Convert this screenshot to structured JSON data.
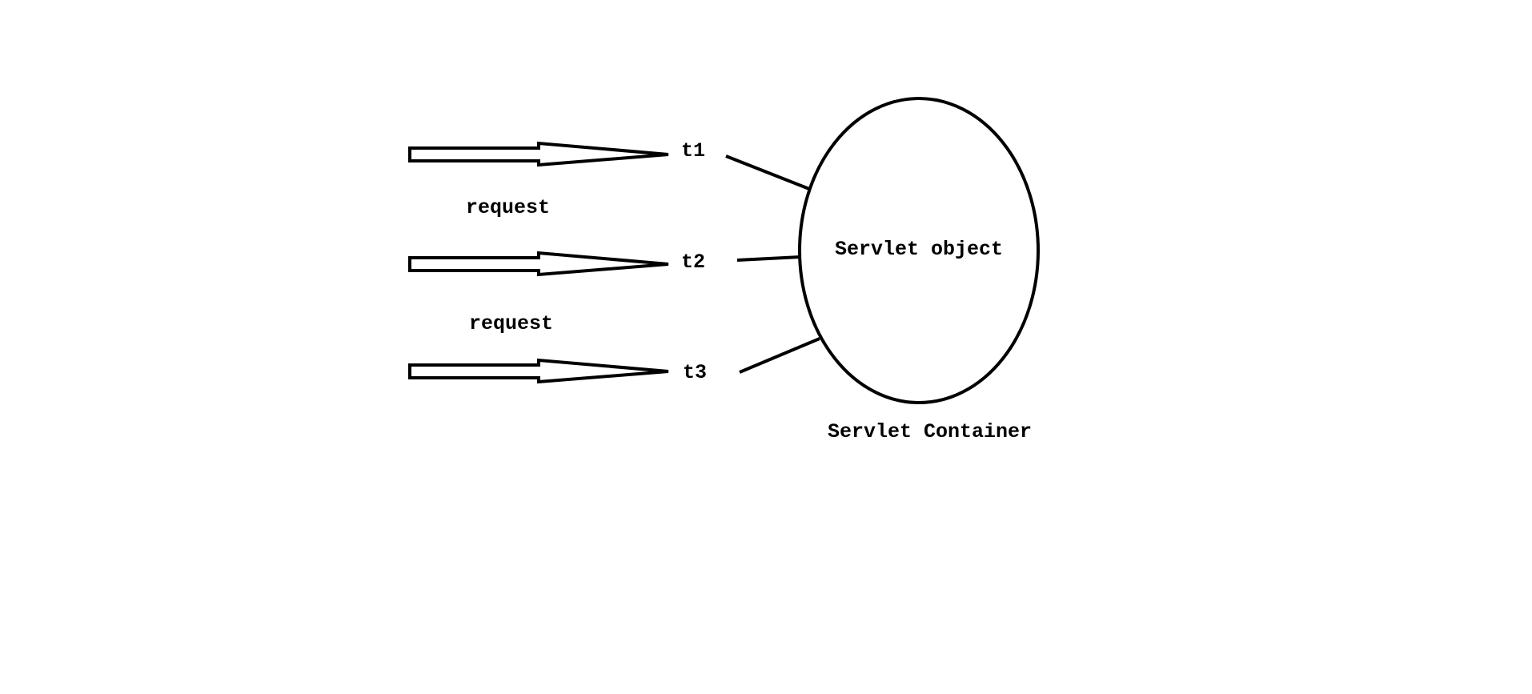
{
  "labels": {
    "request_top": "request",
    "request_bottom": "request",
    "thread_1": "t1",
    "thread_2": "t2",
    "thread_3": "t3",
    "servlet_object": "Servlet object",
    "servlet_container": "Servlet Container"
  },
  "colors": {
    "stroke": "#000000",
    "background": "#ffffff"
  }
}
